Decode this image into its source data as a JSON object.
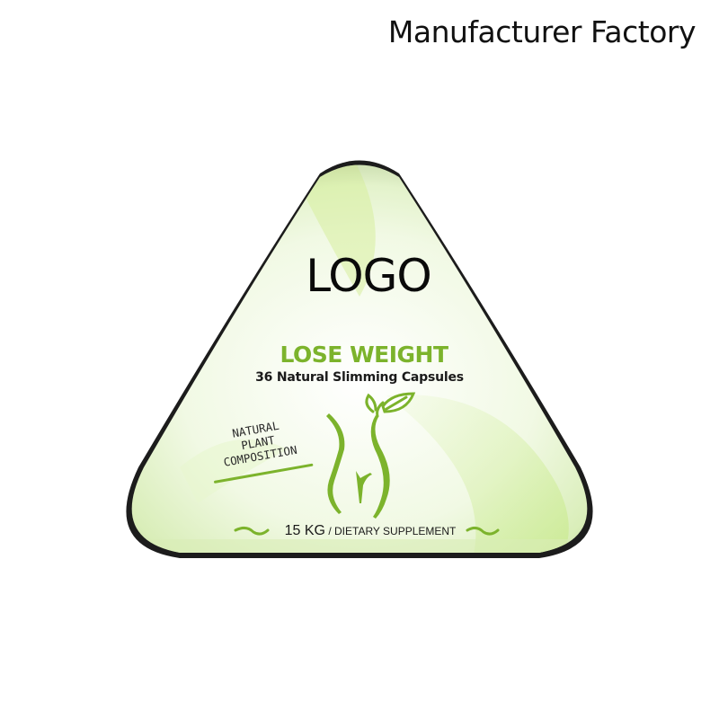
{
  "header": {
    "title": "Manufacturer Factory"
  },
  "product": {
    "shape": "rounded-triangle-tin",
    "logo_text": "LOGO",
    "headline": "LOSE WEIGHT",
    "subheadline": "36 Natural Slimming Capsules",
    "stamp": {
      "line1": "NATURAL",
      "line2": "PLANT",
      "line3": "COMPOSITION"
    },
    "footer": {
      "weight": "15 KG",
      "separator": " / ",
      "label": "DIETARY SUPPLEMENT"
    },
    "icons": {
      "body": "body-silhouette-icon",
      "leaf": "leaf-icon",
      "swoosh": "swoosh-icon"
    }
  },
  "colors": {
    "accent_green": "#7cb32c",
    "light_green": "#d9f0b8",
    "pale_green": "#eef8e0",
    "rim": "#1a1a1a",
    "text_dark": "#111111",
    "background": "#ffffff"
  }
}
